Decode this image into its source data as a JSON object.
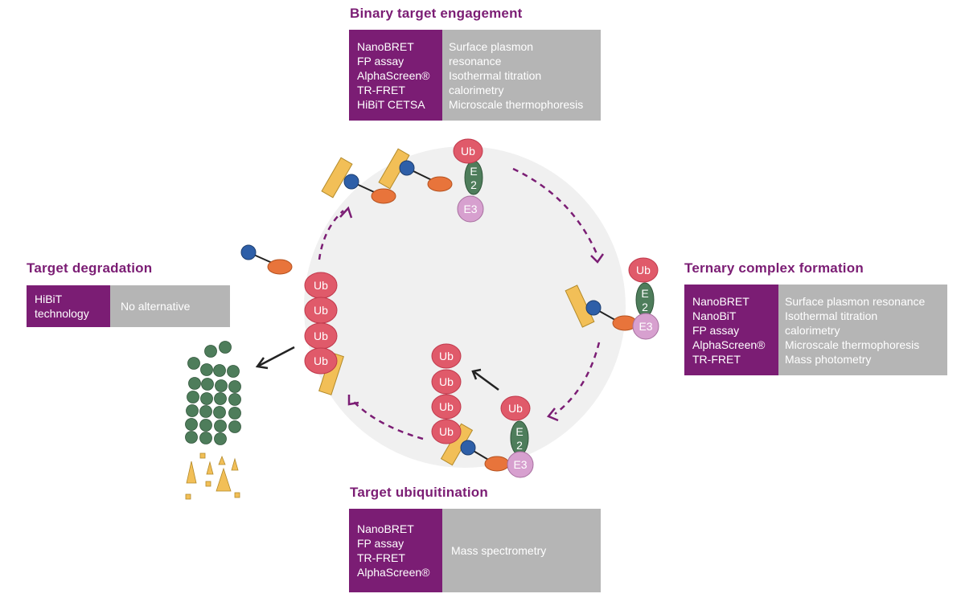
{
  "binary": {
    "title": "Binary target engagement",
    "left": [
      "NanoBRET",
      "FP assay",
      "AlphaScreen®",
      "TR-FRET",
      "HiBiT CETSA"
    ],
    "right": [
      "Surface plasmon",
      "resonance",
      "Isothermal titration",
      "calorimetry",
      "Microscale thermophoresis"
    ]
  },
  "ternary": {
    "title": "Ternary complex formation",
    "left": [
      "NanoBRET",
      "NanoBiT",
      "FP assay",
      "AlphaScreen®",
      "TR-FRET"
    ],
    "right": [
      "Surface plasmon resonance",
      "Isothermal titration",
      "calorimetry",
      "Microscale thermophoresis",
      "Mass photometry"
    ]
  },
  "ubiquitination": {
    "title": "Target ubiquitination",
    "left": [
      "NanoBRET",
      "FP assay",
      "TR-FRET",
      "AlphaScreen®"
    ],
    "right": [
      "Mass spectrometry"
    ]
  },
  "degradation": {
    "title": "Target degradation",
    "left": [
      "HiBiT",
      "technology"
    ],
    "right": [
      "No alternative"
    ]
  },
  "labels": {
    "ub": "Ub",
    "e2_top": "E",
    "e2_bottom": "2",
    "e3": "E3"
  },
  "colors": {
    "purple": "#7b1d74",
    "gray": "#b5b5b5",
    "ub": "#e05a6a",
    "e2": "#4e7d5b",
    "e3": "#d7a0cf",
    "target": "#f2bf57",
    "ligand": "#2e5fa8",
    "linker": "#e8743b",
    "fragments": "#4e7d5b"
  }
}
